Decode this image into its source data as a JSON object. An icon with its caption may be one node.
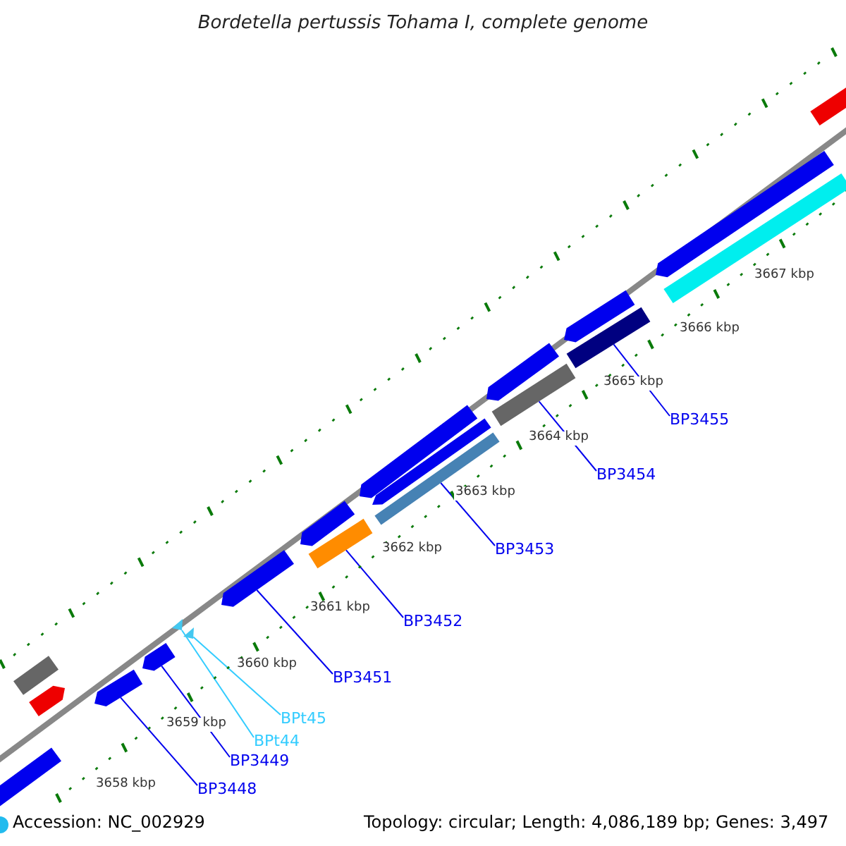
{
  "diagram": {
    "title": "Bordetella pertussis Tohama I, complete genome",
    "nodes": [
      {
        "text": [
          "BP3455"
        ]
      },
      {
        "text": [
          "BP3454"
        ]
      },
      {
        "text": [
          "BP3453"
        ]
      },
      {
        "text": [
          "BP3452"
        ]
      },
      {
        "text": [
          "BP3451"
        ]
      },
      {
        "text": [
          "BPt45"
        ]
      },
      {
        "text": [
          "BPt44"
        ]
      },
      {
        "text": [
          "BP3449"
        ]
      },
      {
        "text": [
          "BP3448"
        ]
      },
      {
        "text": [],
        "shape": "bar"
      },
      {
        "text": [],
        "shape": "bar"
      },
      {
        "text": [],
        "shape": "bar"
      },
      {
        "text": [],
        "shape": "bar"
      },
      {
        "text": [],
        "shape": "arrow"
      },
      {
        "text": [],
        "shape": "triangle"
      },
      {
        "text": [],
        "shape": "triangle"
      },
      {
        "text": [],
        "shape": "arrow"
      },
      {
        "text": [],
        "shape": "arrow"
      },
      {
        "text": [],
        "shape": "bar"
      },
      {
        "text": [],
        "shape": "arrow"
      },
      {
        "text": [],
        "shape": "arrow"
      },
      {
        "text": [],
        "shape": "arrow"
      },
      {
        "text": [],
        "shape": "arrow"
      },
      {
        "text": [],
        "shape": "arrow"
      },
      {
        "text": [],
        "shape": "arrow"
      },
      {
        "text": [],
        "shape": "bar"
      },
      {
        "text": [],
        "shape": "bar"
      },
      {
        "text": [],
        "shape": "arrow"
      },
      {
        "text": [],
        "shape": "bar"
      },
      {
        "text": [],
        "shape": "circle"
      }
    ],
    "edges": [
      {
        "from": 0,
        "to": 9,
        "arrow": "none"
      },
      {
        "from": 1,
        "to": 10,
        "arrow": "none"
      },
      {
        "from": 2,
        "to": 11,
        "arrow": "none"
      },
      {
        "from": 3,
        "to": 12,
        "arrow": "none"
      },
      {
        "from": 4,
        "to": 13,
        "arrow": "none"
      },
      {
        "from": 5,
        "to": 14,
        "arrow": "none",
        "color": "#33ccff"
      },
      {
        "from": 6,
        "to": 15,
        "arrow": "none",
        "color": "#33ccff"
      },
      {
        "from": 7,
        "to": 16,
        "arrow": "none"
      },
      {
        "from": 8,
        "to": 17,
        "arrow": "none"
      }
    ],
    "labels": [
      "3667 kbp",
      "3666 kbp",
      "3665 kbp",
      "3664 kbp",
      "3663 kbp",
      "3662 kbp",
      "3661 kbp",
      "3660 kbp",
      "3659 kbp",
      "3658 kbp",
      "Accession: NC_002929",
      "Topology: circular; Length: 4,086,189 bp; Genes: 3,497"
    ]
  }
}
